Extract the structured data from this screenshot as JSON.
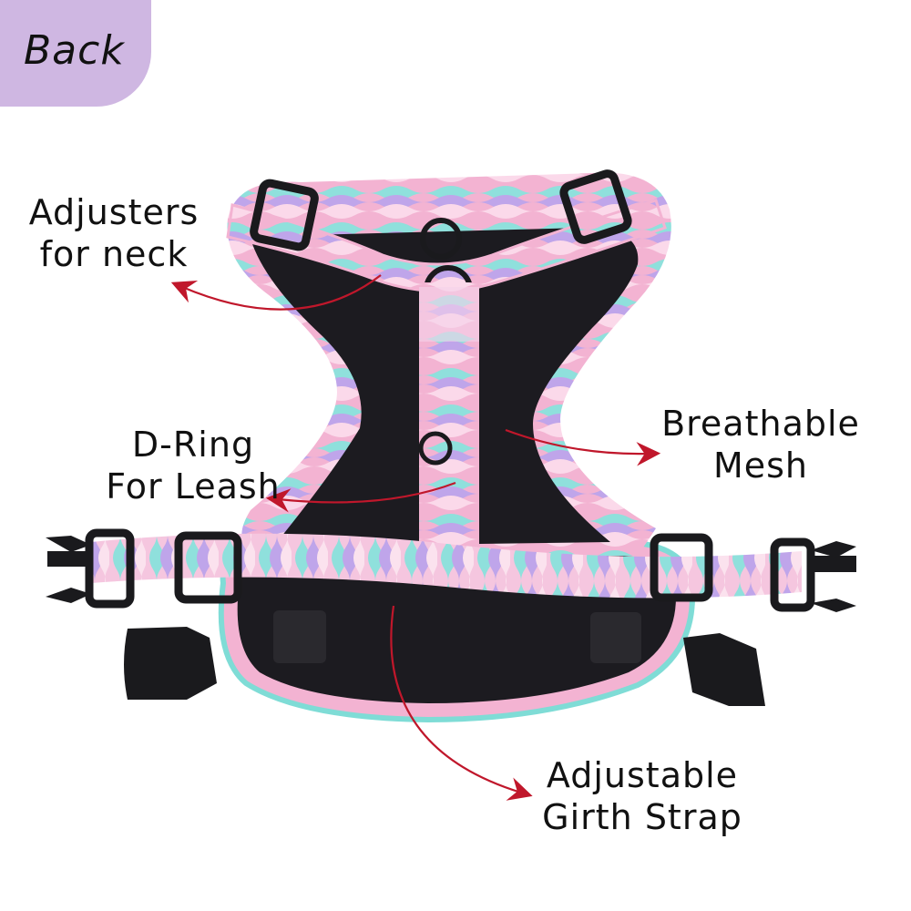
{
  "badge": {
    "label": "Back",
    "color": "#cfb7e2"
  },
  "labels": [
    {
      "id": "neck-adjusters",
      "line1": "Adjusters",
      "line2": "for neck"
    },
    {
      "id": "breathable-mesh",
      "line1": "Breathable",
      "line2": "Mesh"
    },
    {
      "id": "d-ring",
      "line1": "D-Ring",
      "line2": "For Leash"
    },
    {
      "id": "girth-strap",
      "line1": "Adjustable",
      "line2": "Girth Strap"
    }
  ],
  "colors": {
    "arrow": "#c0172b",
    "mesh": "#1c1b20",
    "hardware": "#1a1a1d",
    "fabric_pink": "#f3b3d2",
    "fabric_teal": "#7fdcd6",
    "fabric_purple": "#b79ae3",
    "fabric_peach": "#f8c9a8",
    "fabric_green": "#6fdcae"
  }
}
